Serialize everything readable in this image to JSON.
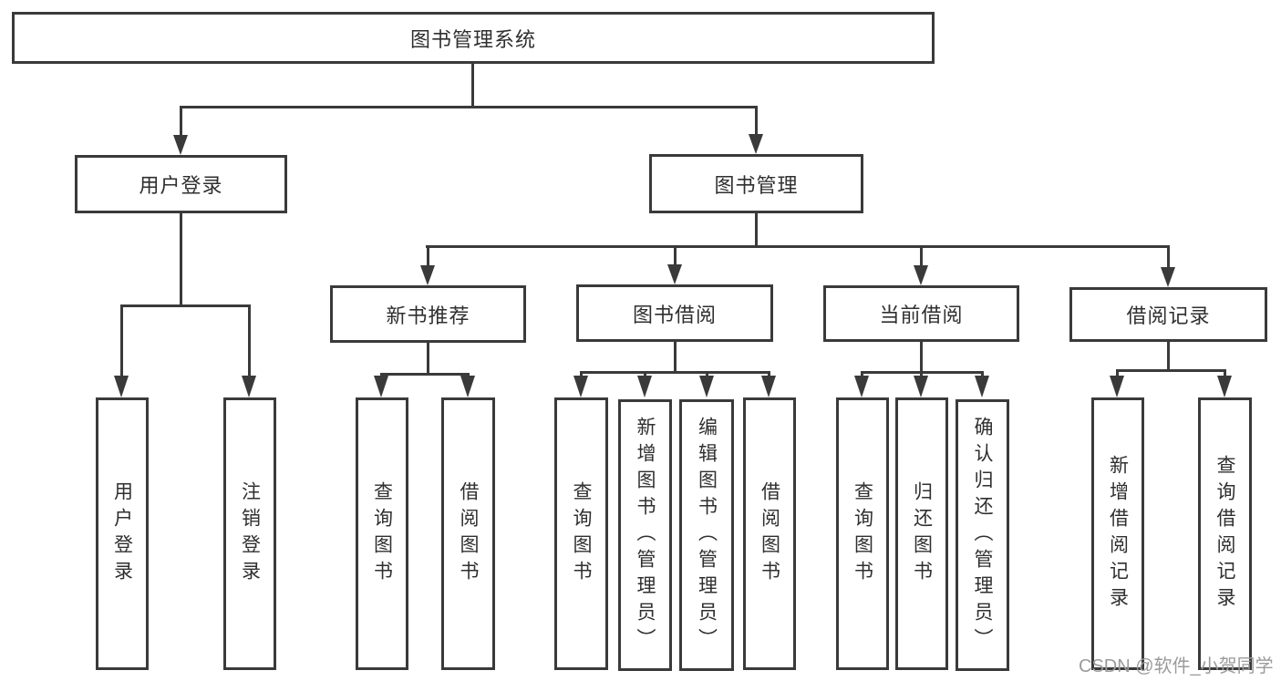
{
  "nodes": {
    "root": "图书管理系统",
    "user_login": "用户登录",
    "book_management": "图书管理",
    "new_book_recommend": "新书推荐",
    "book_borrow": "图书借阅",
    "current_borrow": "当前借阅",
    "borrow_record": "借阅记录",
    "user_login_leaf": "用户登录",
    "logout_leaf": "注销登录",
    "nbr_query_book": "查询图书",
    "nbr_borrow_book": "借阅图书",
    "bb_query_book": "查询图书",
    "bb_add_book": "新增图书（管理员）",
    "bb_edit_book": "编辑图书（管理员）",
    "bb_borrow_book": "借阅图书",
    "cb_query_book": "查询图书",
    "cb_return_book": "归还图书",
    "cb_confirm_return": "确认归还（管理员）",
    "br_add_record": "新增借阅记录",
    "br_query_record": "查询借阅记录"
  },
  "watermark": "CSDN @软件_小贺同学",
  "colors": {
    "line": "#3a3a3a",
    "text": "#2f2f2f",
    "watermark": "#9b9b9b"
  }
}
